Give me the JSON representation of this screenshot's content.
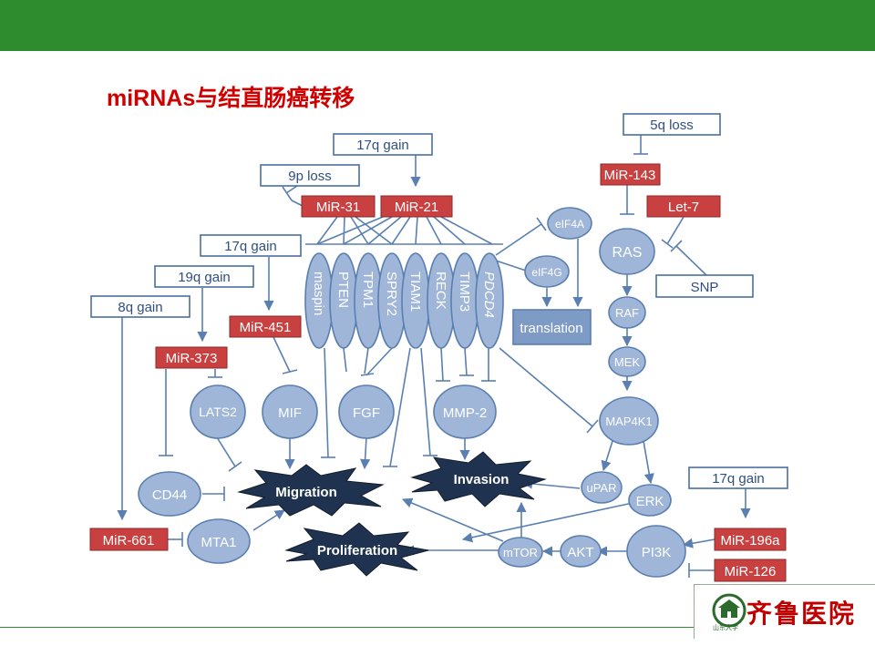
{
  "slide": {
    "title": "miRNAs与结直肠癌转移",
    "logo_text": "齐鲁医院",
    "logo_sub": "山东大学"
  },
  "diagram": {
    "genomic_events": {
      "q5_loss": "5q loss",
      "q17_gain_top": "17q gain",
      "p9_loss": "9p loss",
      "q17_gain_left": "17q gain",
      "q19_gain": "19q gain",
      "q8_gain": "8q gain",
      "snp": "SNP",
      "q17_gain_right": "17q gain"
    },
    "mirnas": {
      "mir143": "MiR-143",
      "let7": "Let-7",
      "mir31": "MiR-31",
      "mir21": "MiR-21",
      "mir451": "MiR-451",
      "mir373": "MiR-373",
      "mir661": "MiR-661",
      "mir196a": "MiR-196a",
      "mir126": "MiR-126"
    },
    "target_genes": [
      "maspin",
      "PTEN",
      "TPM1",
      "SPRY2",
      "TIAM1",
      "RECK",
      "TIMP3",
      "PDCD4"
    ],
    "proteins": {
      "eif4a": "eIF4A",
      "eif4g": "eIF4G",
      "translation": "translation",
      "ras": "RAS",
      "raf": "RAF",
      "mek": "MEK",
      "map4k1": "MAP4K1",
      "upar": "uPAR",
      "erk": "ERK",
      "lats2": "LATS2",
      "mif": "MIF",
      "fgf": "FGF",
      "mmp2": "MMP-2",
      "cd44": "CD44",
      "mta1": "MTA1",
      "mtor": "mTOR",
      "akt": "AKT",
      "pi3k": "PI3K"
    },
    "outcomes": {
      "migration": "Migration",
      "invasion": "Invasion",
      "proliferation": "Proliferation"
    }
  },
  "colors": {
    "top_bar": "#2e8b2e",
    "title": "#d00000",
    "mirna_fill": "#c94040",
    "node_fill": "#9fb6d9",
    "node_stroke": "#5a7fb0",
    "outcome_fill": "#1f3350",
    "line": "#5a7fb0",
    "box_border": "#4a6fa0"
  }
}
